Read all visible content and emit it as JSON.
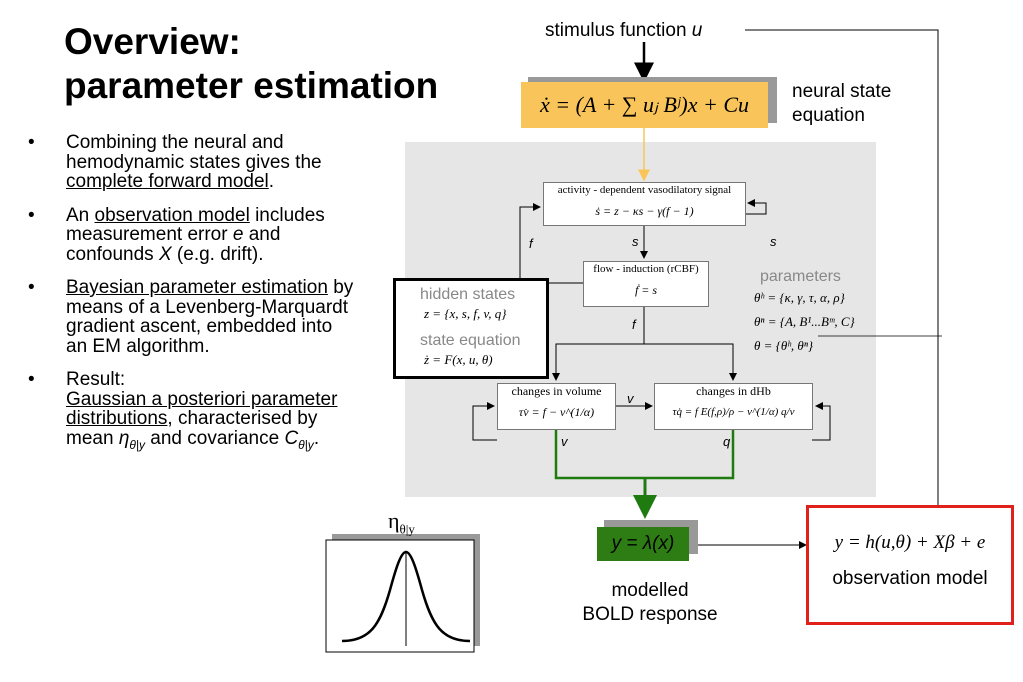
{
  "title": {
    "line1": "Overview:",
    "line2": "parameter estimation"
  },
  "bullets": {
    "b1": {
      "t1": "Combining the neural and hemodynamic states gives the ",
      "u1": "complete forward model",
      "t2": "."
    },
    "b2": {
      "t1": "An ",
      "u1": "observation model",
      "t2": " includes measurement error ",
      "i1": "e",
      "t3": " and confounds ",
      "i2": "X",
      "t4": " (e.g. drift)."
    },
    "b3": {
      "u1": "Bayesian parameter estimation",
      "t1": " by means of a Levenberg-Marquardt gradient ascent, embedded into an EM algorithm."
    },
    "b4": {
      "t1": "Result:",
      "u1": "Gaussian a posteriori parameter distributions",
      "t2": ", characterised by mean ",
      "m1": "η",
      "m1s": "θ|y",
      "t3": " and covariance ",
      "m2": "C",
      "m2s": "θ|y",
      "t4": "."
    }
  },
  "bullet_marker": "•",
  "diagram": {
    "stimulus": {
      "text": "stimulus function ",
      "var": "u"
    },
    "neural_eq": "ẋ = (A + ∑ uⱼ Bʲ)x + Cu",
    "neural_label": {
      "l1": "neural state",
      "l2": "equation"
    },
    "activity": {
      "title": "activity - dependent vasodilatory signal",
      "eq": "ṡ = z − κs − γ(f − 1)"
    },
    "flow": {
      "title": "flow - induction (rCBF)",
      "eq": "ḟ = s"
    },
    "volume": {
      "title": "changes in volume",
      "eq": "τv̇ = f − v^(1/α)"
    },
    "dhb": {
      "title": "changes in dHb",
      "eq": "τq̇ = f E(f,ρ)/ρ − v^(1/α) q/v"
    },
    "hidden": {
      "label": "hidden states",
      "eq": "z = {x, s, f, v, q}",
      "state_label": "state equation",
      "state_eq": "ż = F(x, u, θ)"
    },
    "params": {
      "label": "parameters",
      "p1": "θʰ = {κ, γ, τ, α, ρ}",
      "p2": "θⁿ = {A, B¹...Bᵐ, C}",
      "p3": "θ = {θʰ, θⁿ}"
    },
    "arrow_labels": {
      "f_left": "f",
      "s_mid": "s",
      "s_right": "s",
      "f_mid": "f",
      "v_mid": "v",
      "v_low": "v",
      "q_low": "q"
    },
    "bold_eq": "y = λ(x)",
    "bold_label": {
      "l1": "modelled",
      "l2": "BOLD response"
    },
    "obs_eq": "y = h(u,θ) + Xβ + e",
    "obs_label": "observation model",
    "gauss_label": "η",
    "gauss_sub": "θ|y"
  },
  "colors": {
    "neural_fill": "#f9c55a",
    "bold_fill": "#2e7d14",
    "obs_border": "#e0201b",
    "green_line": "#1f7a0f",
    "orange_arrow": "#f9c55a",
    "panel": "#e6e6e6"
  }
}
